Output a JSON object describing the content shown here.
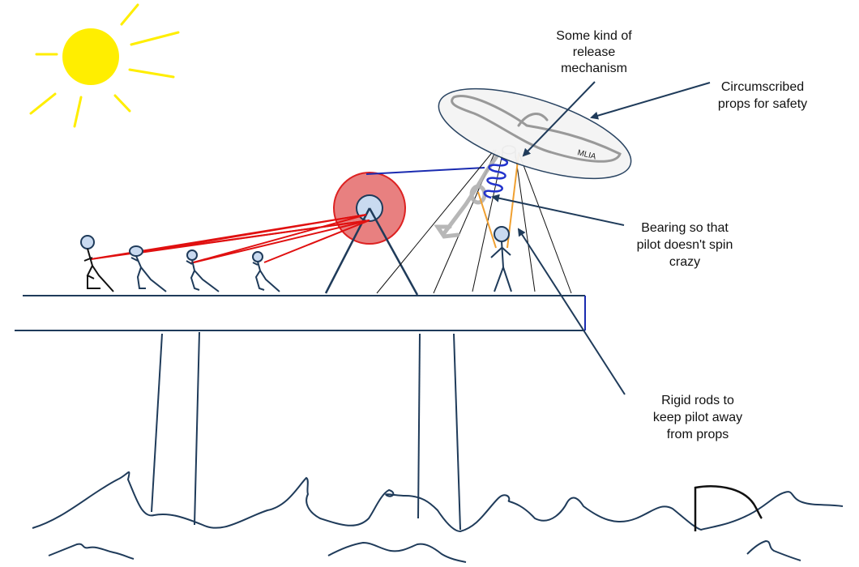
{
  "annotations": {
    "release": [
      "Some kind of",
      "release",
      "mechanism"
    ],
    "circumscribed": [
      "Circumscribed",
      "props for safety"
    ],
    "bearing": [
      "Bearing so that",
      "pilot doesn't spin",
      "crazy"
    ],
    "rigid": [
      "Rigid rods to",
      "keep pilot away",
      "from props"
    ]
  },
  "prop_text": "MLIA",
  "colors": {
    "navy": "#1f3b5a",
    "sun": "#ffee00",
    "red_rope": "#e01010",
    "wheel_fill": "#e88080",
    "wheel_edge": "#dd2222",
    "figure_head": "#c9daf0",
    "spring": "#2233cc",
    "orange_rod": "#f0a030",
    "blue_line": "#1a2bb0"
  },
  "icons": [
    "sun-icon",
    "shark-fin-icon",
    "rotor-blade-icon",
    "stick-figure-icon"
  ]
}
